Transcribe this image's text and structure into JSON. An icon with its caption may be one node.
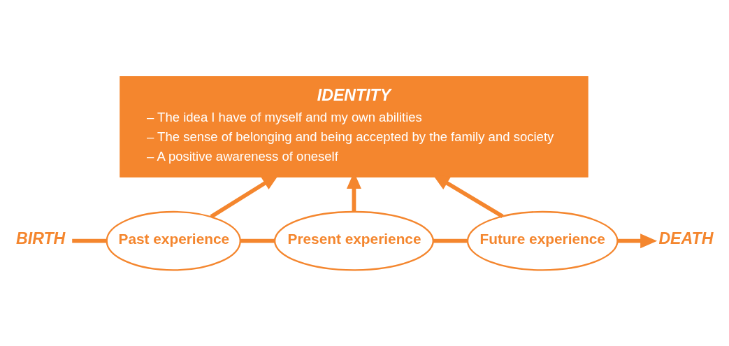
{
  "diagram": {
    "nodes": [
      {
        "text": [
          "IDENTITY",
          "– The idea I have of myself and my own abilities",
          "– The sense of belonging and being accepted by the family and society",
          "– A positive awareness of oneself"
        ]
      },
      {
        "text": [
          "Past experience"
        ]
      },
      {
        "text": [
          "Present experience"
        ]
      },
      {
        "text": [
          "Future experience"
        ]
      },
      {
        "text": [
          "BIRTH"
        ]
      },
      {
        "text": [
          "DEATH"
        ]
      }
    ],
    "edges": [
      {
        "from": 1,
        "to": 0,
        "arrow": "to"
      },
      {
        "from": 2,
        "to": 0,
        "arrow": "to"
      },
      {
        "from": 3,
        "to": 0,
        "arrow": "to"
      },
      {
        "from": 4,
        "to": 1,
        "arrow": "none"
      },
      {
        "from": 1,
        "to": 2,
        "arrow": "none"
      },
      {
        "from": 2,
        "to": 3,
        "arrow": "none"
      },
      {
        "from": 3,
        "to": 5,
        "arrow": "to"
      }
    ]
  }
}
